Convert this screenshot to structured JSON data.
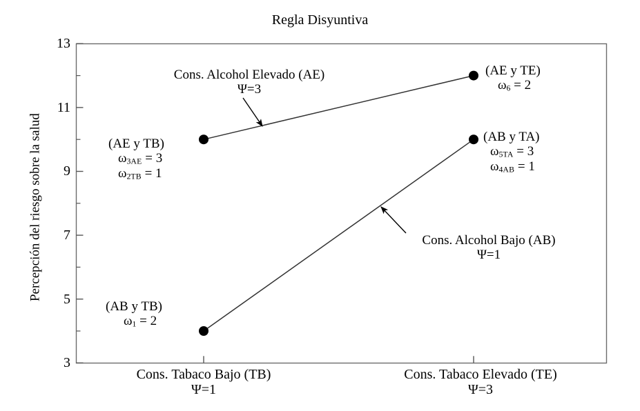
{
  "chart_data": {
    "type": "line",
    "title": "Regla Disyuntiva",
    "xlabel": "",
    "ylabel": "Percepción del riesgo sobre la salud",
    "ylim": [
      3,
      13
    ],
    "yticks": [
      "3",
      "5",
      "7",
      "9",
      "11",
      "13"
    ],
    "ytick_values": [
      3,
      5,
      7,
      9,
      11,
      13
    ],
    "minor_yticks": [
      4,
      6,
      8,
      10,
      12
    ],
    "grid": false,
    "legend": "none",
    "categories": [
      "Cons.  Tabaco Bajo (TB)",
      "Cons. Tabaco Elevado (TE)"
    ],
    "category_sublabels": [
      "Ψ=1",
      "Ψ=3"
    ],
    "series": [
      {
        "name": "Cons.  Alcohol Elevado (AE)",
        "sublabel": "Ψ=3",
        "values": [
          10,
          12
        ]
      },
      {
        "name": "Cons. Alcohol Bajo (AB)",
        "sublabel": "Ψ=1",
        "values": [
          4,
          10
        ]
      }
    ],
    "point_labels": [
      {
        "id": "ae-tb",
        "x_category": "Cons.  Tabaco Bajo (TB)",
        "y": 10,
        "title": "(AE y TB)",
        "lines": [
          "ω3 AE = 3",
          "ω2 TB = 1"
        ]
      },
      {
        "id": "ae-te",
        "x_category": "Cons. Tabaco Elevado (TE)",
        "y": 12,
        "title": "(AE y TE)",
        "lines": [
          "ω6 = 2"
        ]
      },
      {
        "id": "ab-ta",
        "x_category": "Cons. Tabaco Elevado (TE)",
        "y": 10,
        "title": "(AB y TA)",
        "lines": [
          "ω5 TA = 3",
          "ω4 AB = 1"
        ]
      },
      {
        "id": "ab-tb",
        "x_category": "Cons.  Tabaco Bajo (TB)",
        "y": 4,
        "title": "(AB y TB)",
        "lines": [
          "ω1 = 2"
        ]
      }
    ]
  },
  "title": "Regla Disyuntiva",
  "y_axis": {
    "label": "Percepción del riesgo sobre la salud",
    "ticks": [
      "13",
      "11",
      "9",
      "7",
      "5",
      "3"
    ]
  },
  "x_axis": {
    "left": {
      "label": "Cons.  Tabaco Bajo (TB)",
      "psi": "Ψ=1"
    },
    "right": {
      "label": "Cons. Tabaco Elevado (TE)",
      "psi": "Ψ=3"
    }
  },
  "annotations": {
    "alcohol_elevado": {
      "label": "Cons.  Alcohol Elevado (AE)",
      "psi": "Ψ=3"
    },
    "alcohol_bajo": {
      "label": "Cons. Alcohol Bajo (AB)",
      "psi": "Ψ=1"
    }
  },
  "points": {
    "ae_tb": {
      "title": "(AE y TB)",
      "omega_a_symbol": "ω",
      "omega_a_index": "3",
      "omega_a_tag": "AE",
      "omega_a_value": "= 3",
      "omega_b_symbol": "ω",
      "omega_b_index": "2",
      "omega_b_tag": "TB",
      "omega_b_value": "= 1"
    },
    "ae_te": {
      "title": "(AE y TE)",
      "omega_symbol": "ω",
      "omega_index": "6",
      "omega_value": "= 2"
    },
    "ab_ta": {
      "title": "(AB y TA)",
      "omega_a_symbol": "ω",
      "omega_a_index": "5",
      "omega_a_tag": "TA",
      "omega_a_value": "= 3",
      "omega_b_symbol": "ω",
      "omega_b_index": "4",
      "omega_b_tag": "AB",
      "omega_b_value": "= 1"
    },
    "ab_tb": {
      "title": "(AB y TB)",
      "omega_symbol": "ω",
      "omega_index": "1",
      "omega_value": "= 2"
    }
  },
  "colors": {
    "axis": "#555555",
    "line": "#333333",
    "marker": "#000000",
    "text": "#000000",
    "background": "#ffffff"
  }
}
